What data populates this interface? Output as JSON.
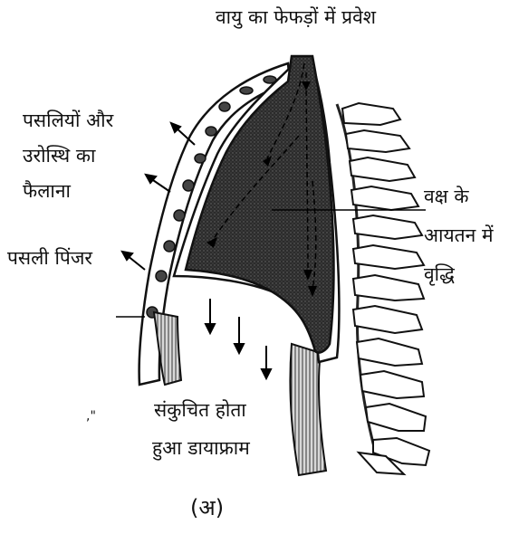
{
  "labels": {
    "air_entry": "वायु का फेफड़ों में प्रवेश",
    "ribs_expand_1": "पसलियों और",
    "ribs_expand_2": "उरोस्थि का",
    "ribs_expand_3": "फैलाना",
    "chest_volume_1": "वक्ष के",
    "chest_volume_2": "आयतन में",
    "chest_volume_3": "वृद्धि",
    "rib_cage": "पसली पिंजर",
    "diaphragm_1": "संकुचित होता",
    "diaphragm_2": "हुआ डायाफ्राम",
    "stray_mark": ",\"",
    "caption": "(अ)"
  }
}
